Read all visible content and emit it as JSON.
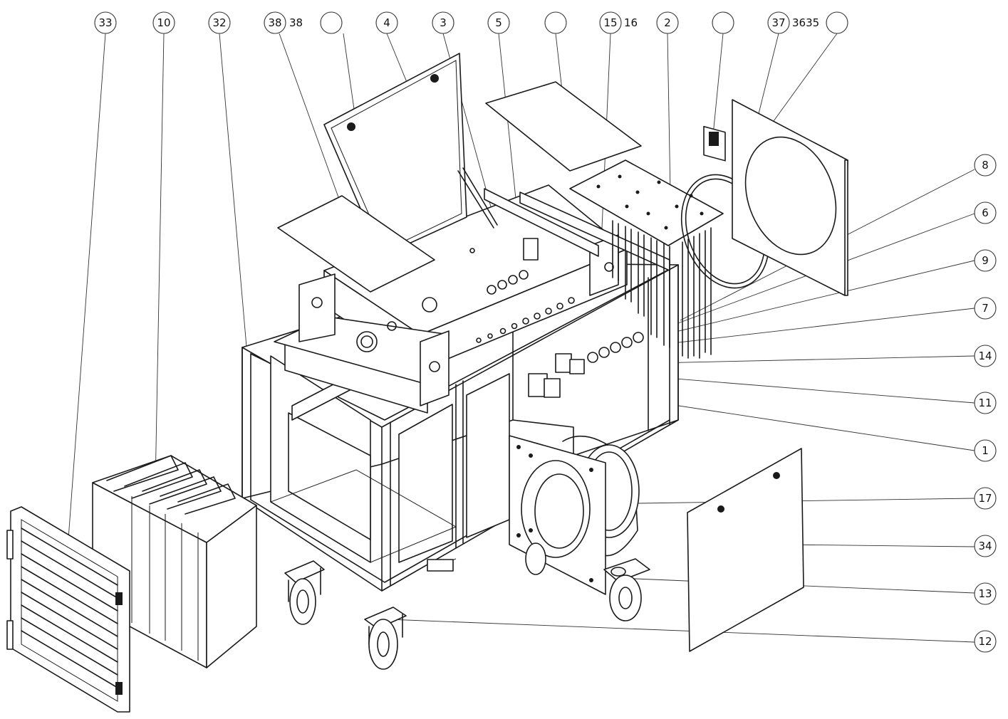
{
  "balloons": [
    {
      "id": "b-33",
      "label": "33"
    },
    {
      "id": "b-10",
      "label": "10"
    },
    {
      "id": "b-32",
      "label": "32"
    },
    {
      "id": "b-38",
      "label": "38"
    },
    {
      "id": "b-38-extra",
      "label": "38"
    },
    {
      "id": "b-blank-1",
      "label": ""
    },
    {
      "id": "b-4",
      "label": "4"
    },
    {
      "id": "b-3",
      "label": "3"
    },
    {
      "id": "b-5",
      "label": "5"
    },
    {
      "id": "b-blank-2",
      "label": ""
    },
    {
      "id": "b-15",
      "label": "15"
    },
    {
      "id": "b-16",
      "label": "16"
    },
    {
      "id": "b-2",
      "label": "2"
    },
    {
      "id": "b-blank-3",
      "label": ""
    },
    {
      "id": "b-37",
      "label": "37"
    },
    {
      "id": "b-3635",
      "label": "3635"
    },
    {
      "id": "b-blank-4",
      "label": ""
    },
    {
      "id": "b-8",
      "label": "8"
    },
    {
      "id": "b-6",
      "label": "6"
    },
    {
      "id": "b-9",
      "label": "9"
    },
    {
      "id": "b-7",
      "label": "7"
    },
    {
      "id": "b-14",
      "label": "14"
    },
    {
      "id": "b-11",
      "label": "11"
    },
    {
      "id": "b-1",
      "label": "1"
    },
    {
      "id": "b-17",
      "label": "17"
    },
    {
      "id": "b-34",
      "label": "34"
    },
    {
      "id": "b-13",
      "label": "13"
    },
    {
      "id": "b-12",
      "label": "12"
    }
  ]
}
